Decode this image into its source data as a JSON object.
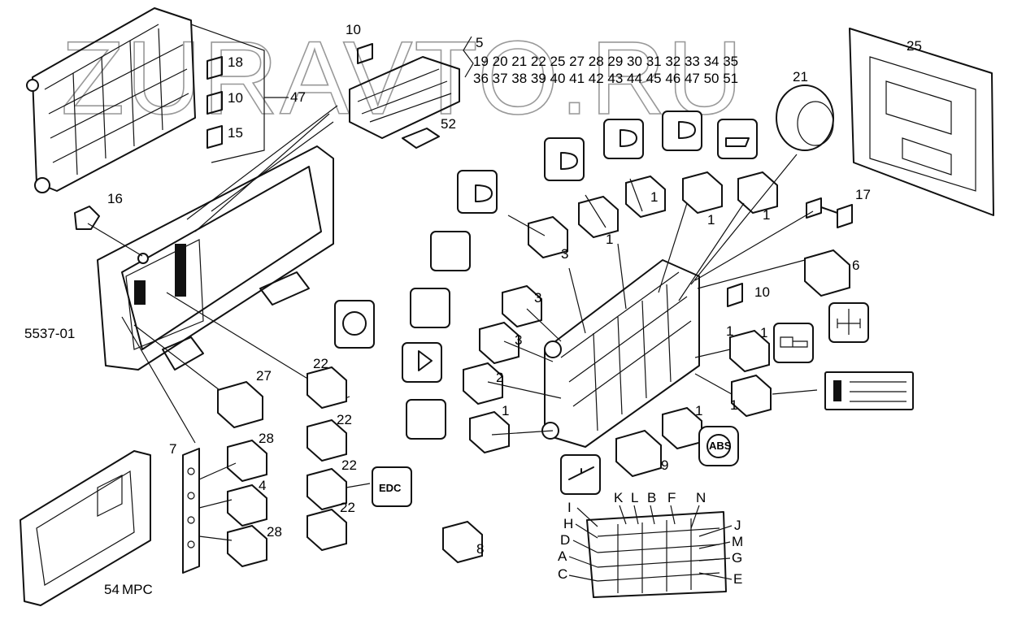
{
  "watermark": "ZURAVTO.RU",
  "figure_code": "5537-01",
  "mpc_label": "54",
  "mpc_suffix": "MPC",
  "edc_label": "EDC",
  "abs_label": "ABS",
  "fuse_numbers_row1": "19 20 21 22 25 27 28 29 30 31 32 33 34 35",
  "fuse_numbers_row2": "36 37 38 39 40 41 42 43 44 45 46 47 50 51",
  "part_numbers": {
    "p5": "5",
    "p10a": "10",
    "p10b": "10",
    "p10c": "10",
    "p18": "18",
    "p15": "15",
    "p47": "47",
    "p52": "52",
    "p16": "16",
    "p21": "21",
    "p25": "25",
    "p17": "17",
    "p6": "6",
    "p7": "7",
    "p27": "27",
    "p28a": "28",
    "p28b": "28",
    "p4": "4",
    "p22a": "22",
    "p22b": "22",
    "p22c": "22",
    "p22d": "22",
    "p8": "8",
    "p9": "9",
    "r1a": "1",
    "r1b": "1",
    "r1c": "1",
    "r1d": "1",
    "r1e": "1",
    "r1f": "1",
    "r1g": "1",
    "r1h": "1",
    "r1i": "1",
    "r2": "2",
    "r3a": "3",
    "r3b": "3",
    "r3c": "3"
  },
  "connector_letters": {
    "K": "K",
    "L": "L",
    "B": "B",
    "F": "F",
    "N": "N",
    "I": "I",
    "H": "H",
    "J": "J",
    "D": "D",
    "M": "M",
    "A": "A",
    "G": "G",
    "C": "C",
    "E": "E"
  }
}
